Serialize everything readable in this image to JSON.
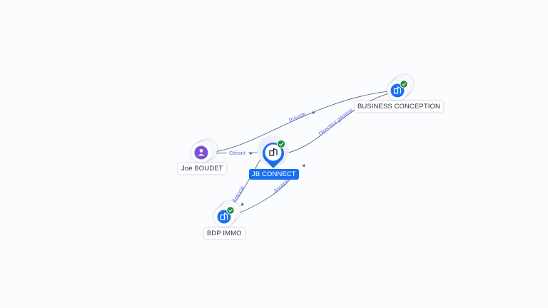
{
  "nodes": {
    "jb_connect": {
      "label": "JB CONNECT",
      "icon": "building-icon",
      "verified": true,
      "color": "#1a6ff0"
    },
    "business_conception": {
      "label": "BUSINESS CONCEPTION",
      "icon": "building-icon",
      "verified": true,
      "color": "#1a6ff0"
    },
    "joe_boudet": {
      "label": "Joé BOUDET",
      "icon": "person-icon",
      "verified": false,
      "color": "#7b4fd6"
    },
    "bdp_immo": {
      "label": "BDP IMMO",
      "icon": "building-icon",
      "verified": true,
      "color": "#1a6ff0"
    }
  },
  "edges": {
    "preside": "Préside",
    "gerant": "Gérant",
    "directeur": "Directeur général",
    "associe_1": "Associé",
    "associe_2": "Associé"
  },
  "colors": {
    "accent": "#1a6ff0",
    "verified": "#1e8a3e",
    "person": "#7b4fd6",
    "edge_label": "#5b6cf0"
  }
}
